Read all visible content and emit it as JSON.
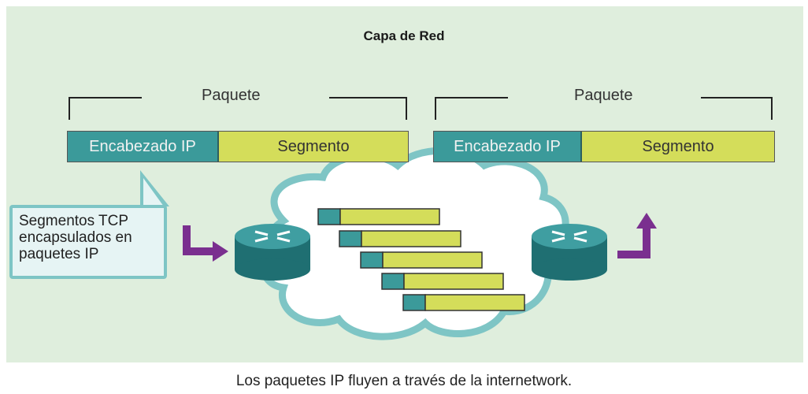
{
  "title": "Capa de Red",
  "packets": [
    {
      "label": "Paquete",
      "header": "Encabezado IP",
      "segment": "Segmento"
    },
    {
      "label": "Paquete",
      "header": "Encabezado IP",
      "segment": "Segmento"
    }
  ],
  "callout": {
    "line1": "Segmentos TCP",
    "line2": "encapsulados en",
    "line3": "paquetes IP"
  },
  "caption": "Los paquetes IP fluyen a través de la internetwork.",
  "colors": {
    "background": "#dfeedd",
    "ip_header": "#3b9a9a",
    "segment": "#d4dd5a",
    "arrow": "#7a2f8f",
    "cloud_outline": "#7ec5c5"
  }
}
